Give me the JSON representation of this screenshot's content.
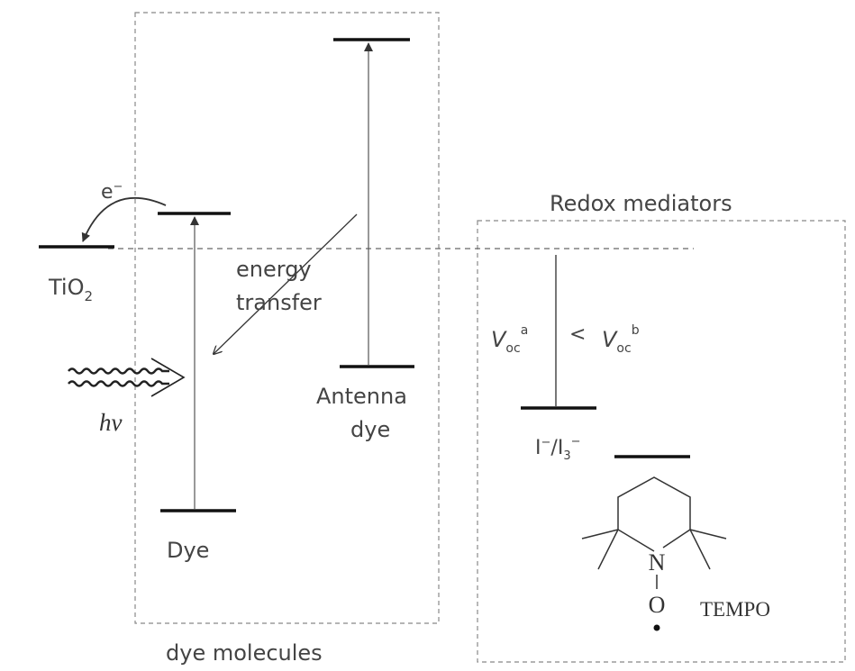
{
  "labels": {
    "electron": "e",
    "electron_sup": "−",
    "tio2_main": "TiO",
    "tio2_sub": "2",
    "energy_transfer_line1": "energy",
    "energy_transfer_line2": "transfer",
    "photon": "hν",
    "dye": "Dye",
    "antenna_line1": "Antenna",
    "antenna_line2": "dye",
    "dye_molecules": "dye molecules",
    "redox_mediators": "Redox mediators",
    "voc_a_main": "V",
    "voc_a_sub": "oc",
    "voc_a_sup": "a",
    "less_than": "<",
    "voc_b_main": "V",
    "voc_b_sub": "oc",
    "voc_b_sup": "b",
    "iodide_main": "I",
    "iodide_sup": "−",
    "iodide_sep": "/I",
    "iodide_sub": "3",
    "iodide_sup2": "−",
    "tempo_n": "N",
    "tempo_o": "O",
    "tempo": "TEMPO"
  }
}
